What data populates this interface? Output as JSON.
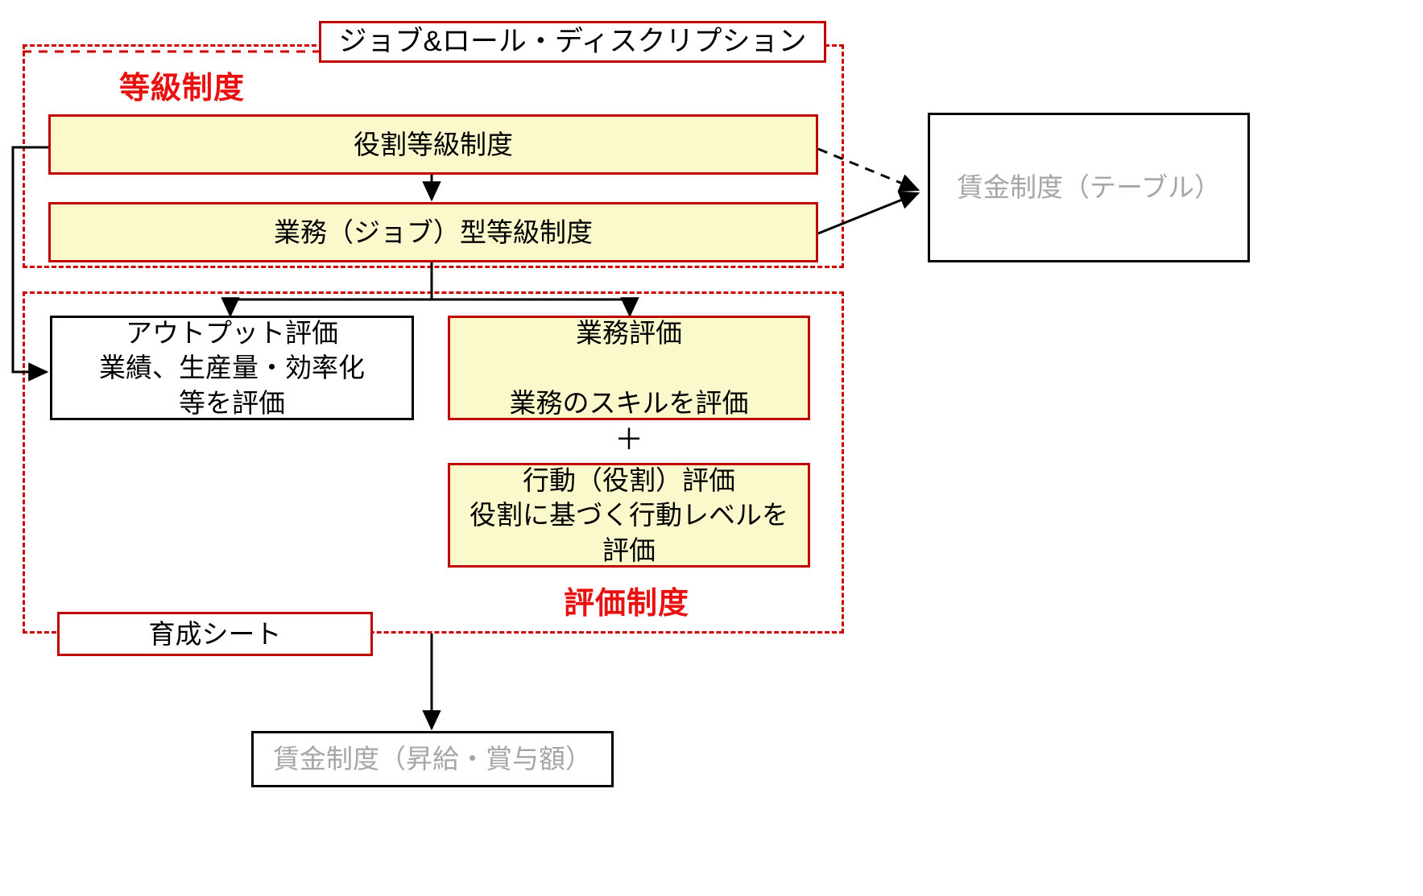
{
  "diagram": {
    "title_box": {
      "label": "ジョブ&ロール・ディスクリプション"
    },
    "groups": [
      {
        "id": "grade-system",
        "label": "等級制度"
      },
      {
        "id": "evaluation-system",
        "label": "評価制度"
      }
    ],
    "nodes": [
      {
        "id": "role-grade-system",
        "label": "役割等級制度",
        "style": "yellow"
      },
      {
        "id": "job-grade-system",
        "label": "業務（ジョブ）型等級制度",
        "style": "yellow"
      },
      {
        "id": "wage-system-table",
        "label": "賃金制度（テーブル）",
        "style": "gray"
      },
      {
        "id": "output-evaluation",
        "label": "アウトプット評価\n業績、生産量・効率化\n等を評価",
        "style": "white-black"
      },
      {
        "id": "job-evaluation",
        "label": "業務評価\n\n業務のスキルを評価",
        "style": "yellow"
      },
      {
        "id": "behavior-evaluation",
        "label": "行動（役割）評価\n役割に基づく行動レベルを\n評価",
        "style": "yellow"
      },
      {
        "id": "development-sheet",
        "label": "育成シート",
        "style": "white-red"
      },
      {
        "id": "wage-system-raise-bonus",
        "label": "賃金制度（昇給・賞与額）",
        "style": "gray"
      }
    ],
    "operators": [
      {
        "id": "plus-operator",
        "label": "＋"
      }
    ],
    "colors": {
      "accent_red": "#c00000",
      "label_red": "#e8110f",
      "box_yellow": "#fbf8cc",
      "muted_gray": "#a6a6a6",
      "line_black": "#000000"
    }
  }
}
